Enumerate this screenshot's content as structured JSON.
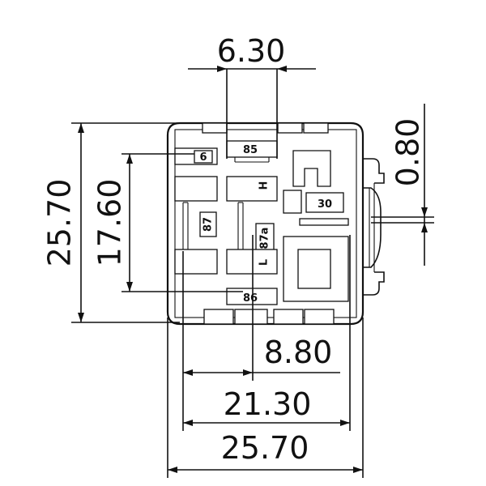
{
  "dimensions": {
    "pin_pitch": "6.30",
    "tab_thickness": "0.80",
    "overall_height": "25.70",
    "pin_span_vertical": "17.60",
    "pin_offset": "8.80",
    "pin_span_horizontal": "21.30",
    "overall_width": "25.70"
  },
  "pins": {
    "p85": "85",
    "p6": "6",
    "h": "H",
    "p30": "30",
    "p87": "87",
    "p87a": "87a",
    "l": "L",
    "p86": "86"
  }
}
